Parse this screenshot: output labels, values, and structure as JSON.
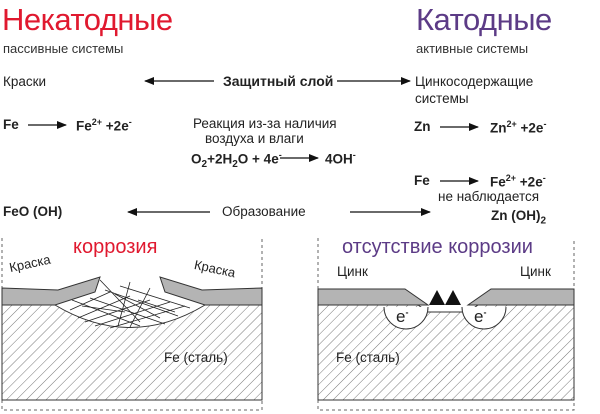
{
  "left": {
    "title": "Некатодные",
    "subtitle": "пассивные системы",
    "item": "Краски",
    "eq_lhs": "Fe",
    "eq_rhs": "Fe",
    "eq_charge": "2+",
    "eq_tail": "+2e",
    "eq_minus": "-",
    "product": "FeO (OH)"
  },
  "right": {
    "title": "Катодные",
    "subtitle": "активные системы",
    "item_line1": "Цинкосодержащие",
    "item_line2": "системы",
    "eq_lhs": "Zn",
    "eq_rhs": "Zn",
    "eq_charge": "2+",
    "eq_tail": "+2e",
    "eq_minus": "-",
    "eq2_lhs": "Fe",
    "eq2_rhs": "Fe",
    "eq2_charge": "2+",
    "eq2_tail": "+2e",
    "eq2_minus": "-",
    "not_observed": "не наблюдается",
    "product_main": "Zn (OH)",
    "product_sub": "2"
  },
  "center": {
    "protective_layer": "Защитный слой",
    "reaction_line1": "Реакция из-за наличия",
    "reaction_line2": "воздуха и влаги",
    "o2": "O",
    "o2_sub": "2",
    "o2_rest": "+2H",
    "h2o_sub": "2",
    "h2o_rest": "O + 4e",
    "e_minus": "-",
    "oh": "4OH",
    "oh_minus": "-",
    "formation": "Образование"
  },
  "left_diagram": {
    "caption": "коррозия",
    "paint_left": "Краска",
    "paint_right": "Краска",
    "steel": "Fe (сталь)"
  },
  "right_diagram": {
    "caption": "отсутствие коррозии",
    "zinc_left": "Цинк",
    "zinc_right": "Цинк",
    "electron1": "e",
    "electron2": "e",
    "electron_minus": "-",
    "steel": "Fe (сталь)"
  },
  "colors": {
    "noncathodic": "#e0192f",
    "cathodic": "#5c3b86",
    "coating": "#b4b4b4",
    "hatch": "#555555"
  }
}
